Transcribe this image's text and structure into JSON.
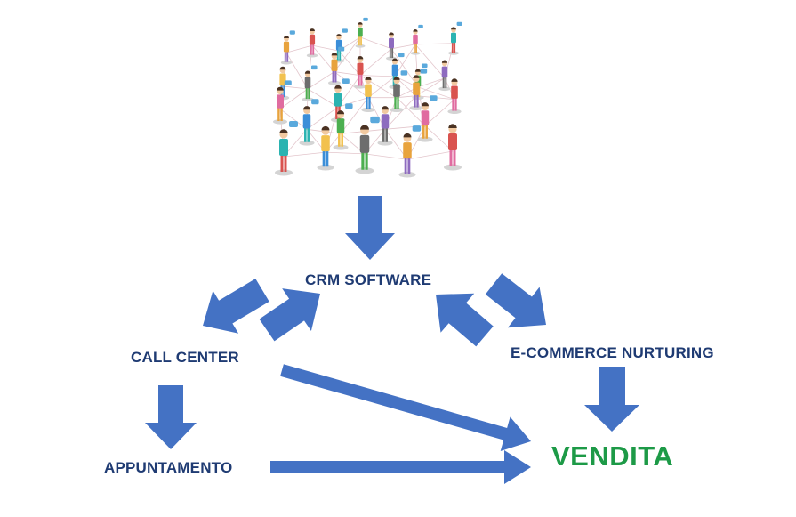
{
  "nodes": {
    "crm": "CRM SOFTWARE",
    "call_center": "CALL CENTER",
    "ecommerce": "E-COMMERCE NURTURING",
    "appuntamento": "APPUNTAMENTO",
    "vendita": "VENDITA"
  },
  "colors": {
    "arrow": "#4472c4",
    "label": "#1f3b73",
    "vendita": "#1d9a47",
    "network_line": "#e3c6cc",
    "bubble": "#5aa9dc"
  },
  "icons": {
    "network": "social-network-people-icon"
  }
}
